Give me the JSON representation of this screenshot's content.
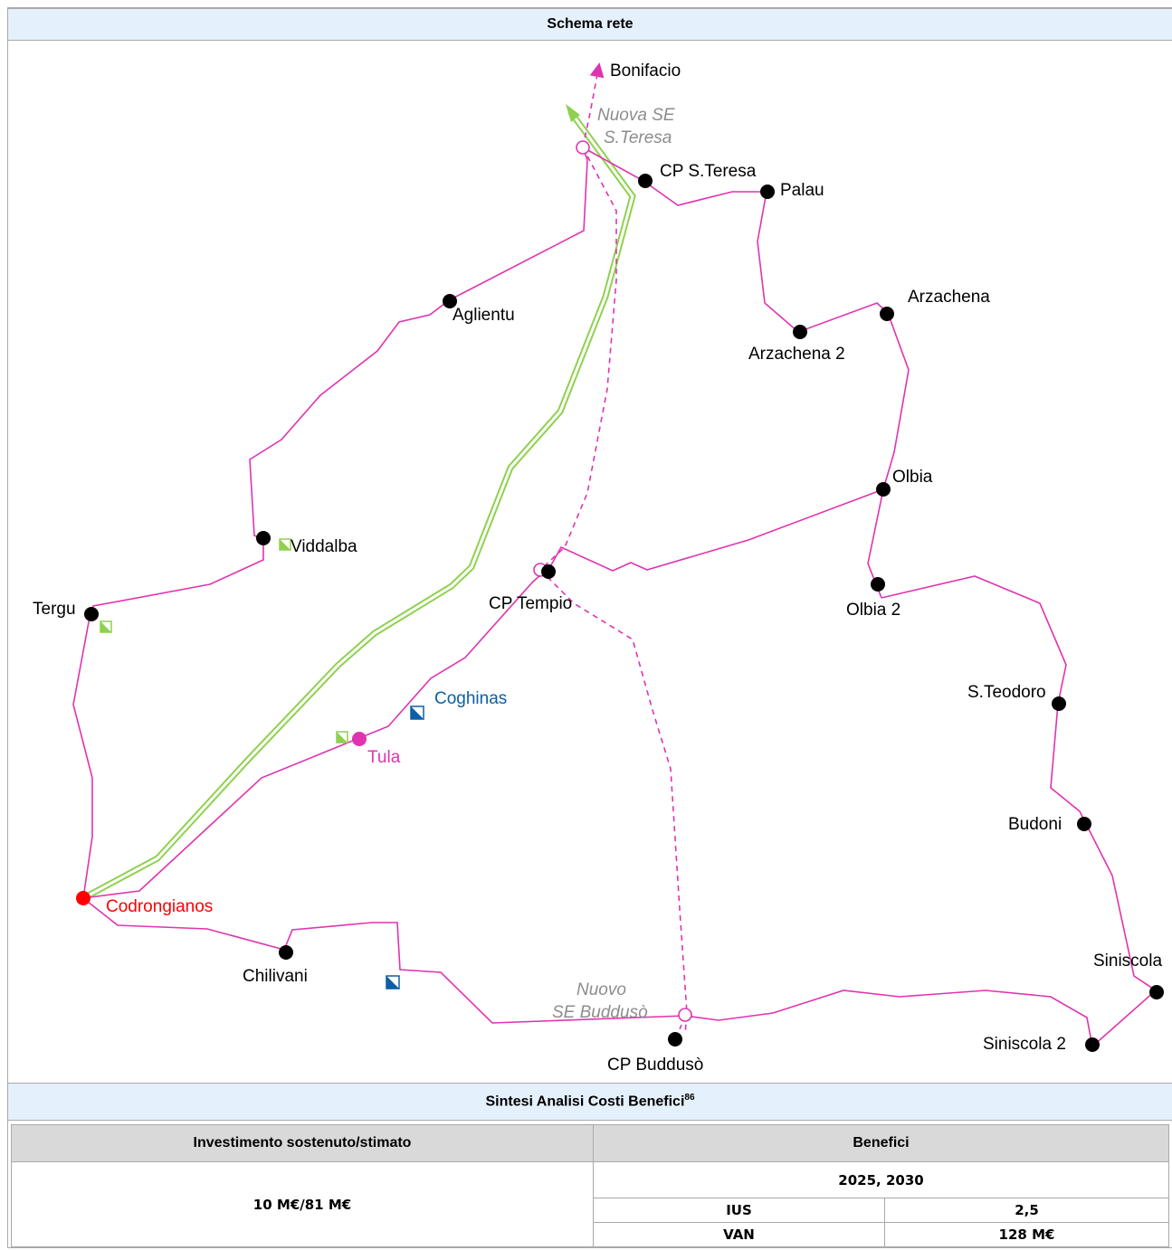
{
  "header_title": "Schema rete",
  "diagram": {
    "nodes": {
      "bonifacio": "Bonifacio",
      "nuova_se_l1": "Nuova SE",
      "nuova_se_l2": "S.Teresa",
      "cp_steresa": "CP S.Teresa",
      "palau": "Palau",
      "aglientu": "Aglientu",
      "arzachena": "Arzachena",
      "arzachena2": "Arzachena 2",
      "olbia": "Olbia",
      "olbia2": "Olbia 2",
      "viddalba": "Viddalba",
      "tergu": "Tergu",
      "cp_tempio": "CP Tempio",
      "coghinas": "Coghinas",
      "tula": "Tula",
      "steodoro": "S.Teodoro",
      "budoni": "Budoni",
      "codrongianos": "Codrongianos",
      "chilivani": "Chilivani",
      "nuovo_l1": "Nuovo",
      "nuovo_l2": "SE Buddusò",
      "siniscola": "Siniscola",
      "siniscola2": "Siniscola 2",
      "cp_budduso": "CP Buddusò"
    },
    "colors": {
      "line": "#e033b0",
      "green": "#8fd14f",
      "blue": "#0b5fa5",
      "red": "#ff0000",
      "gray": "#8c8c8c",
      "node": "#000000"
    }
  },
  "section2_title": "Sintesi Analisi Costi Benefici",
  "section2_footnote": "86",
  "table": {
    "col1_header": "Investimento sostenuto/stimato",
    "col2_header": "Benefici",
    "investment": "10 M€/81 M€",
    "years": "2025, 2030",
    "rows": [
      {
        "label": "IUS",
        "value": "2,5"
      },
      {
        "label": "VAN",
        "value": "128 M€"
      }
    ]
  }
}
